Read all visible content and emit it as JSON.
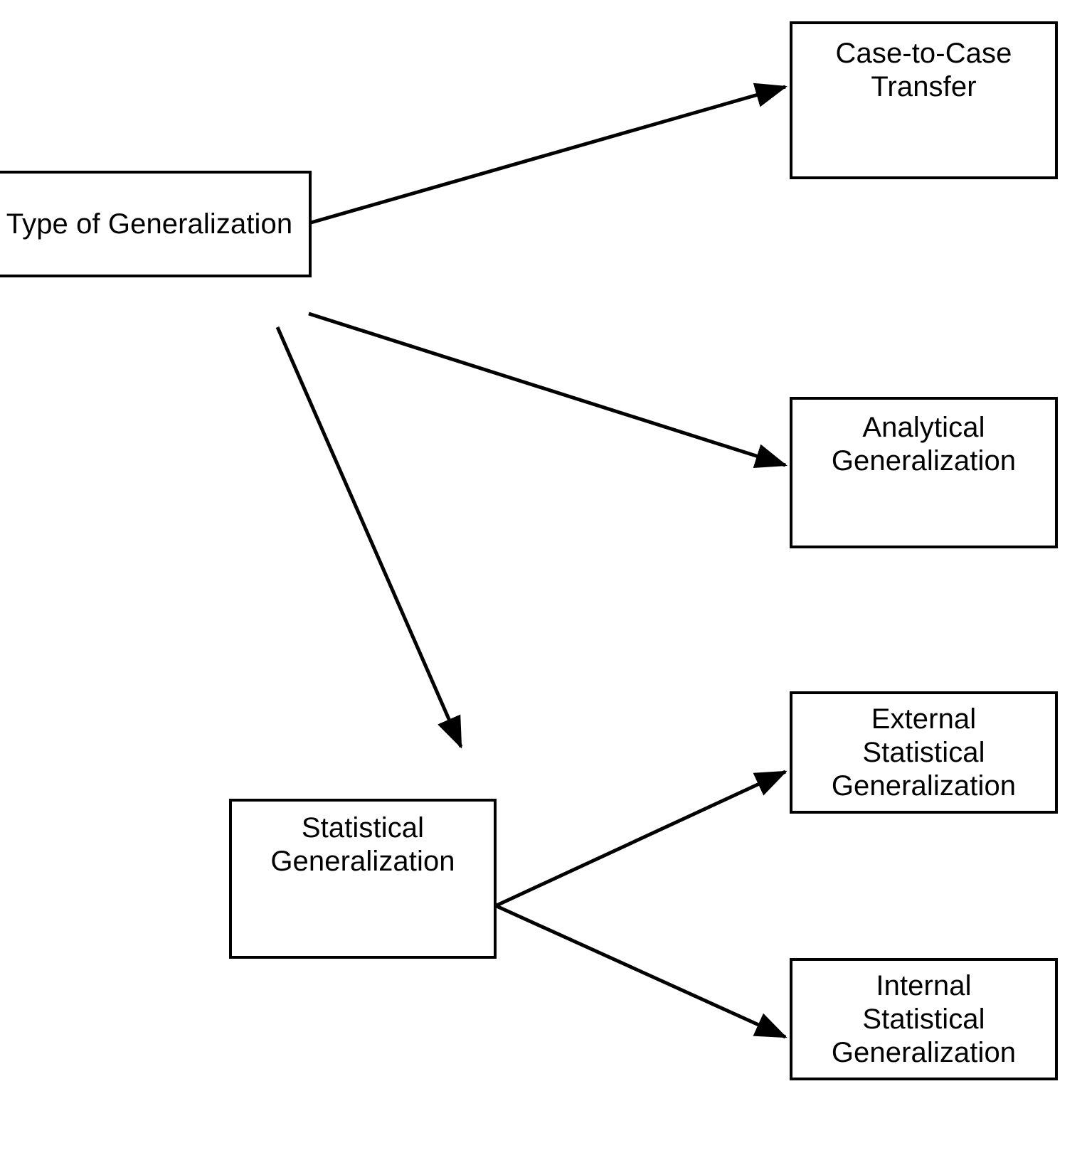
{
  "diagram": {
    "title": "Type of Generalization",
    "type": "tree-flowchart",
    "background_color": "#ffffff",
    "stroke_color": "#000000",
    "text_color": "#000000",
    "nodes": [
      {
        "id": "root",
        "label": "Type of Generalization",
        "note": "left edge cropped by image boundary"
      },
      {
        "id": "case_to_case",
        "label": "Case-to-Case\nTransfer"
      },
      {
        "id": "analytical",
        "label": "Analytical\nGeneralization"
      },
      {
        "id": "statistical",
        "label": "Statistical\nGeneralization"
      },
      {
        "id": "external",
        "label": "External\nStatistical\nGeneralization"
      },
      {
        "id": "internal",
        "label": "Internal\nStatistical\nGeneralization"
      }
    ],
    "edges": [
      {
        "from": "root",
        "to": "case_to_case"
      },
      {
        "from": "root",
        "to": "analytical"
      },
      {
        "from": "root",
        "to": "statistical"
      },
      {
        "from": "statistical",
        "to": "external"
      },
      {
        "from": "statistical",
        "to": "internal"
      }
    ]
  }
}
